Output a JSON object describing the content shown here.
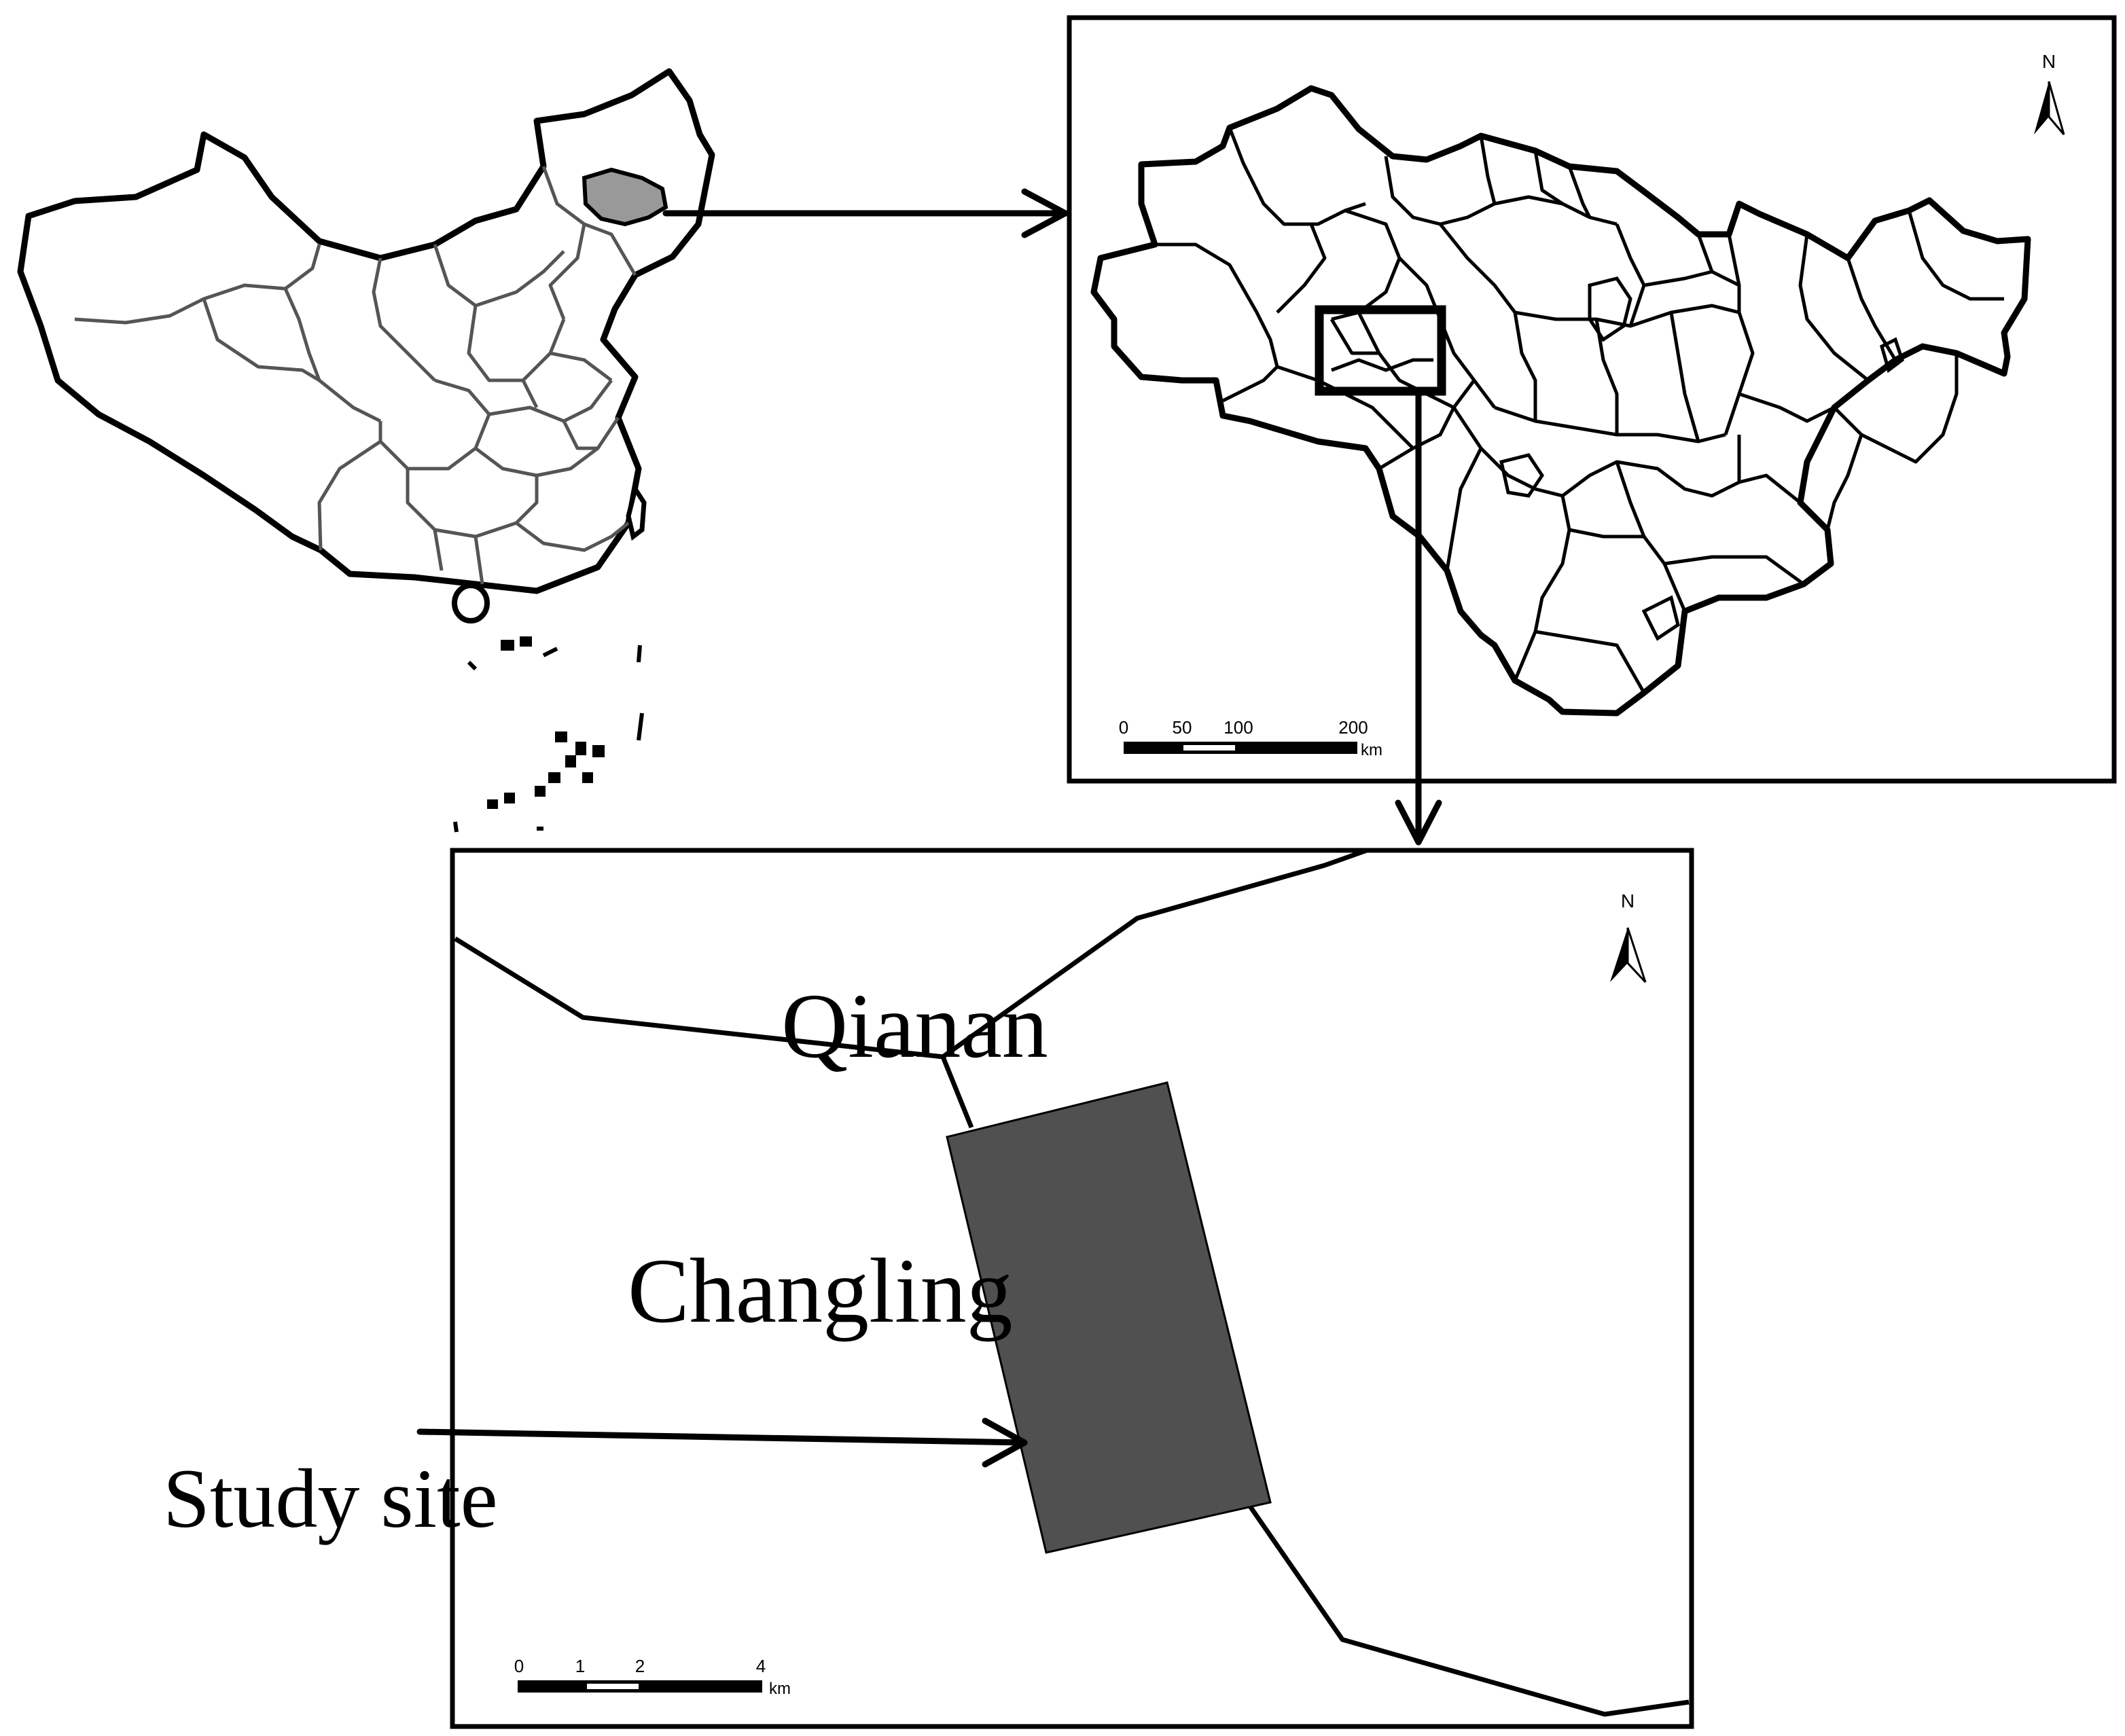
{
  "regional_map": {
    "north_label": "N",
    "scale": {
      "ticks": [
        "0",
        "50",
        "100",
        "200"
      ],
      "unit": "km"
    }
  },
  "site_map": {
    "north_label": "N",
    "places": {
      "qianan": "Qianan",
      "changling": "Changling"
    },
    "scale": {
      "ticks": [
        "0",
        "1",
        "2",
        "4"
      ],
      "unit": "km"
    },
    "study_site_label": "Study site"
  },
  "colors": {
    "highlight_province": "#999999",
    "study_site_fill": "#505050",
    "line": "#000000",
    "boundary_gray": "#555555"
  },
  "icons": [
    "north-arrow-icon",
    "arrow-right-icon",
    "arrow-down-icon"
  ]
}
